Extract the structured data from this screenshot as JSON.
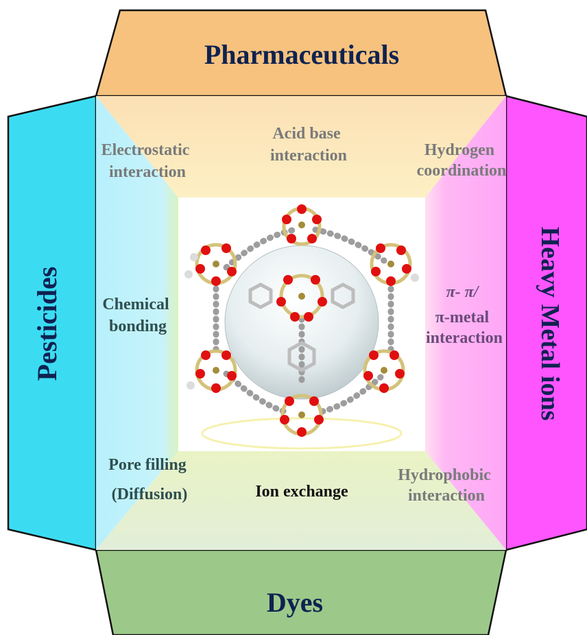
{
  "panels": {
    "top": "Pharmaceuticals",
    "left": "Pesticides",
    "right": "Heavy Metal ions",
    "bottom": "Dyes"
  },
  "mechanisms": {
    "electrostatic": [
      "Electrostatic",
      "interaction"
    ],
    "acid_base": [
      "Acid base",
      "interaction"
    ],
    "hydrogen": [
      "Hydrogen",
      "coordination"
    ],
    "chemical": [
      "Chemical",
      "bonding"
    ],
    "pi": [
      "π- π/",
      "π-metal",
      "interaction"
    ],
    "pore": [
      "Pore filling",
      "(Diffusion)"
    ],
    "ion_exchange": "Ion exchange",
    "hydrophobic": [
      "Hydrophobic",
      "interaction"
    ]
  },
  "colors": {
    "top_panel": "#f6c27e",
    "left_panel": "#3bdcf2",
    "right_panel": "#ff55ff",
    "bottom_panel": "#9cc98a",
    "title_text": "#0f2250"
  },
  "center_image": "mof-framework-structure"
}
